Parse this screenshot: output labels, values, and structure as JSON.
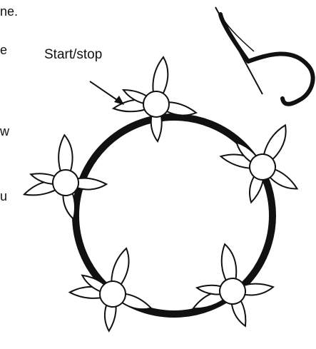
{
  "text_fragments": [
    "ne.",
    "e",
    "w",
    "u"
  ],
  "callout_label": "Start/stop",
  "icons": {
    "needle": "needle-and-thread-icon",
    "flower": "flower-icon"
  },
  "colors": {
    "ink": "#111111",
    "paper": "#ffffff"
  }
}
